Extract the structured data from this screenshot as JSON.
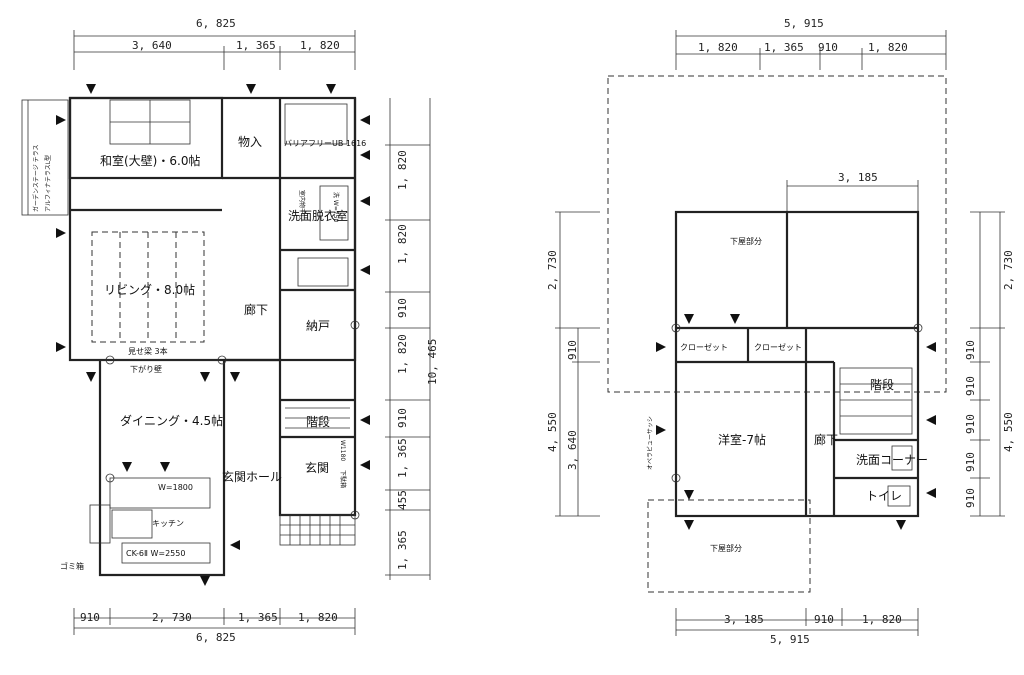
{
  "left_plan": {
    "dims_top_total": "6, 825",
    "dims_top_parts": [
      "3, 640",
      "1, 365",
      "1, 820"
    ],
    "dims_bottom_parts": [
      "910",
      "2, 730",
      "1, 365",
      "1, 820"
    ],
    "dims_bottom_total": "6, 825",
    "dims_right_parts": [
      "1, 820",
      "1, 820",
      "910",
      "1, 820",
      "910",
      "1, 365",
      "455",
      "1, 365"
    ],
    "dims_right_total": "10, 465",
    "rooms": {
      "washitsu": "和室(大壁)・6.0帖",
      "monoire": "物入",
      "bath": "バリアフリーUB 1616",
      "senmen": "洗面脱衣室",
      "living": "リビング・8.0帖",
      "rouka": "廊下",
      "nando": "納戸",
      "dining": "ダイニング・4.5帖",
      "kaidan": "階段",
      "genkan": "玄関",
      "genkan_hall": "玄関ホール",
      "kitchen": "キッチン",
      "gomi": "ゴミ箱"
    },
    "labels": {
      "terrace": "ガーデンステージ テラス",
      "terrace2": "アルフィナテラスL型",
      "misebari": "見せ梁 3本",
      "sagari": "下がり壁",
      "kitchen_unit": "CK-6Ⅱ W=2550",
      "kitchen_w": "W=1800",
      "senmen_unit": "洗 W=750",
      "hoshi": "室内物干し",
      "geta": "下駄箱",
      "geta_w": "W1180"
    }
  },
  "right_plan": {
    "dims_top_total": "5, 915",
    "dims_top_parts": [
      "1, 820",
      "1, 365",
      "910",
      "1, 820"
    ],
    "dims_top_sub": "3, 185",
    "dims_bottom_parts": [
      "3, 185",
      "910",
      "1, 820"
    ],
    "dims_bottom_total": "5, 915",
    "dims_left_outer": [
      "2, 730",
      "4, 550"
    ],
    "dims_left_inner": [
      "910",
      "3, 640"
    ],
    "dims_right_outer": [
      "2, 730",
      "4, 550"
    ],
    "dims_right_inner": [
      "910",
      "910",
      "910",
      "910",
      "910"
    ],
    "rooms": {
      "youshitsu": "洋室-7帖",
      "rouka": "廊下",
      "closet1": "クローゼット",
      "closet2": "クローゼット",
      "kaidan": "階段",
      "senmen": "洗面コーナー",
      "toilet": "トイレ"
    },
    "labels": {
      "kaya1": "下屋部分",
      "kaya2": "下屋部分",
      "sash": "オペラビューサッシ"
    }
  }
}
